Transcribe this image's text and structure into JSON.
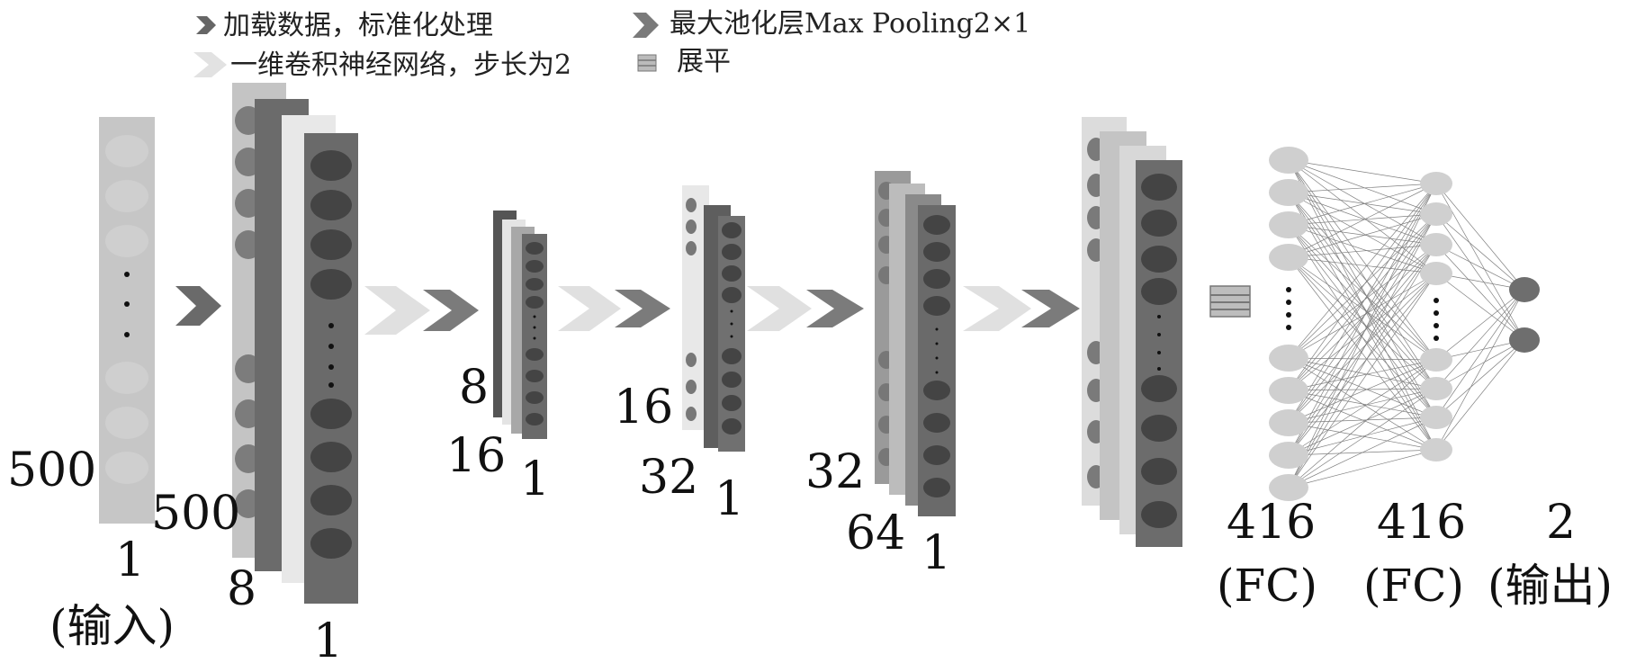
{
  "legend": {
    "load_normalize": "加载数据，标准化处理",
    "conv1d": "一维卷积神经网络，步长为2",
    "maxpool": "最大池化层Max Pooling2×1",
    "flatten": "展平"
  },
  "layers": {
    "input": {
      "height": "500",
      "width": "1",
      "caption": "(输入)"
    },
    "conv1": {
      "height": "500",
      "depth": "8",
      "width": "1"
    },
    "block2": {
      "height": "8",
      "depth": "16",
      "width": "1"
    },
    "block3": {
      "height": "16",
      "depth": "32",
      "width": "1"
    },
    "block4": {
      "height": "32",
      "depth": "64",
      "width": "1"
    },
    "fc1": {
      "units": "416",
      "caption": "(FC)"
    },
    "fc2": {
      "units": "416",
      "caption": "(FC)"
    },
    "output": {
      "units": "2",
      "caption": "(输出)"
    }
  },
  "colors": {
    "light_gray": "#c8c8c8",
    "mid_gray": "#8c8c8c",
    "dark_gray": "#5e5e5e",
    "darkest_gray": "#444444",
    "conv_arrow": "#e0e0e0",
    "pool_arrow": "#808080"
  }
}
